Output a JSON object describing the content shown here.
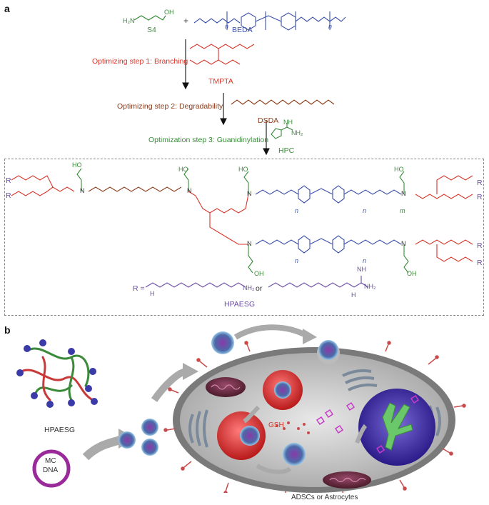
{
  "panel_a": {
    "letter": "a",
    "reagents": {
      "s4_amine": "H₂N",
      "s4_oh": "OH",
      "s4_name": "S4",
      "plus": "+",
      "beda_name": "BEDA",
      "n": "n"
    },
    "steps": [
      {
        "text": "Optimizing step 1: Branching",
        "reagent": "TMPTA"
      },
      {
        "text": "Optimizing step 2: Degradability",
        "reagent": "DSDA"
      },
      {
        "text": "Optimization step 3: Guanidinylation",
        "reagent": "HPC"
      }
    ],
    "hpc_groups": {
      "nh": "NH",
      "nh2": "NH₂",
      "n": "N"
    },
    "polymer": {
      "r_label": "R",
      "r_def": "R =",
      "r_or": "or",
      "nh2": "NH₂",
      "nh": "NH",
      "h": "H",
      "n": "N",
      "ho": "HO",
      "oh": "OH",
      "m": "m",
      "name": "HPAESG"
    }
  },
  "panel_b": {
    "letter": "b",
    "polymer_label": "HPAESG",
    "ring_label_1": "MC",
    "ring_label_2": "DNA",
    "gsh_label": "GSH",
    "cell_label": "ADSCs or Astrocytes"
  },
  "colors": {
    "red": "#d9362b",
    "brown": "#8b3a1a",
    "green": "#3a8a3a",
    "blue": "#3b50a8",
    "purple": "#6a4aa8",
    "nucleus": "#4a3aa8",
    "cell_membrane": "#9a9a9a",
    "mitochondria": "#6a2a3a"
  }
}
